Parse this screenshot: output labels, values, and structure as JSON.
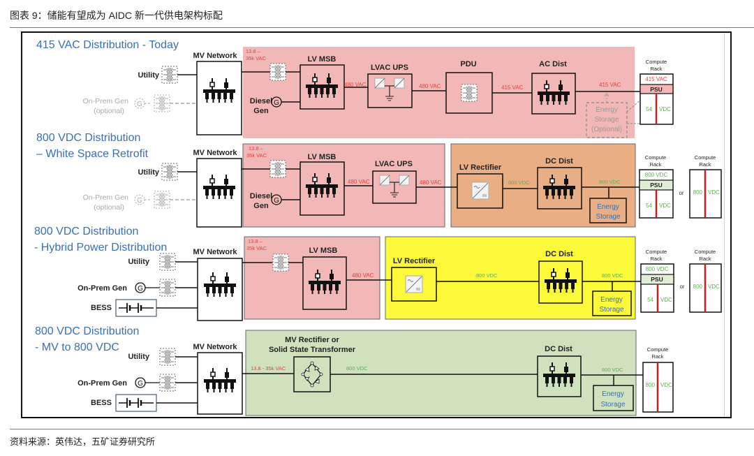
{
  "figure": {
    "title": "图表 9：储能有望成为 AIDC 新一代供电架构标配",
    "source": "资料来源：英伟达，五矿证券研究所"
  },
  "colors": {
    "section_title": "#3a6fb7",
    "voltage_ac": "#e5413b",
    "voltage_dc": "#5fae53",
    "pink_zone": "#f2b8b8",
    "orange_zone": "#e9ae84",
    "yellow_zone": "#fbf93a",
    "green_zone": "#cfe2bd",
    "rack_red_bar": "#c8201c",
    "psu_pink": "#f2b8b8",
    "psu_green": "#e1eed6",
    "optional_gray": "#a8a8a8",
    "energy_storage_text": "#3a6fb7"
  },
  "common": {
    "mv_network": "MV Network",
    "utility": "Utility",
    "on_prem_gen": "On-Prem Gen",
    "optional": "(optional)",
    "bess": "BESS",
    "lv_msb": "LV MSB",
    "diesel": "Diesel",
    "gen": "Gen",
    "g_symbol": "G",
    "mv_in_1": "13.8 –",
    "mv_in_2": "35k VAC",
    "lvac_ups": "LVAC UPS",
    "pdu": "PDU",
    "ac_dist": "AC Dist",
    "dc_dist": "DC Dist",
    "lv_rectifier": "LV Rectifier",
    "energy": "Energy",
    "storage": "Storage",
    "optional_cap": "(Optional)",
    "compute": "Compute",
    "rack": "Rack",
    "psu": "PSU",
    "or": "or",
    "v480": "480 VAC",
    "v415": "415 VAC",
    "v800": "800 VDC",
    "v800_num": "800",
    "v54_num": "54",
    "vdc": "VDC"
  },
  "sections": [
    {
      "title_1": "415 VAC Distribution - Today",
      "title_2": ""
    },
    {
      "title_1": "800 VDC Distribution",
      "title_2": "– White Space Retrofit"
    },
    {
      "title_1": "800 VDC Distribution",
      "title_2": "- Hybrid Power Distribution"
    },
    {
      "title_1": "800 VDC Distribution",
      "title_2": "- MV to 800 VDC"
    }
  ],
  "row4": {
    "mv_rectifier_1": "MV Rectifier or",
    "mv_rectifier_2": "Solid State Transformer",
    "mv_in": "13.8 - 35k VAC"
  }
}
